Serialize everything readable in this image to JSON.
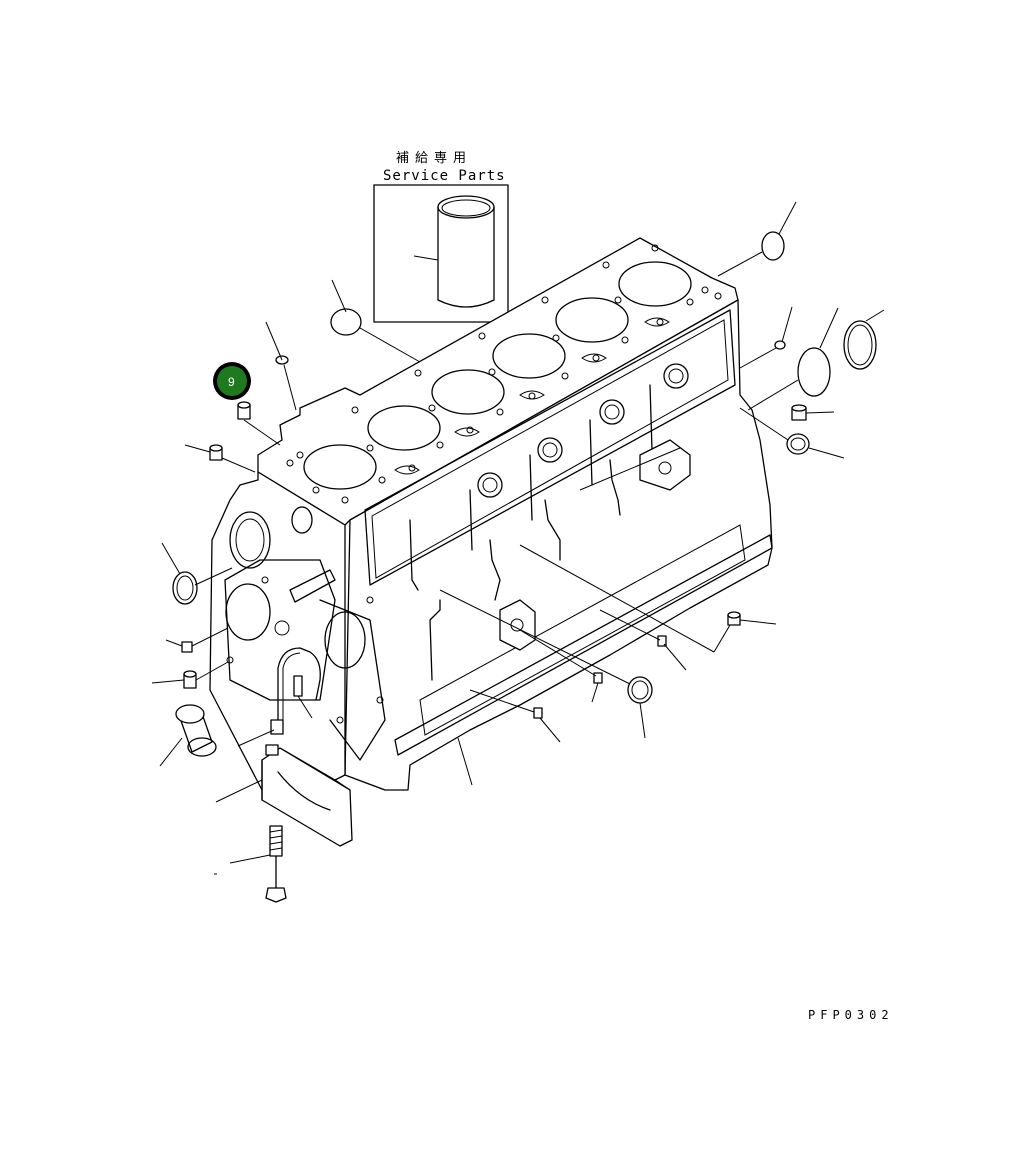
{
  "diagram": {
    "service_box": {
      "title_jp": "補給専用",
      "title_en": "Service Parts"
    },
    "callout": {
      "number": "9",
      "fill_color": "#1f7a1f",
      "ring_color": "#000000"
    },
    "drawing_code": "PFP0302"
  }
}
